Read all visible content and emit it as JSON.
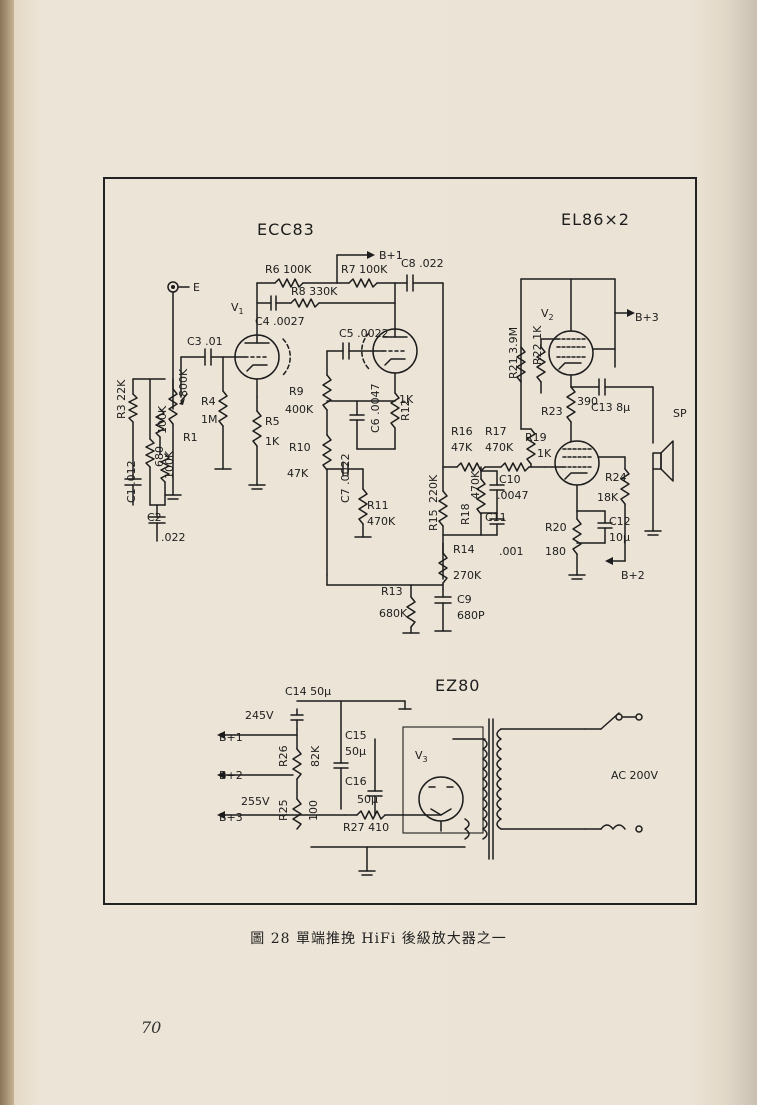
{
  "tubes": {
    "preamp": "ECC83",
    "output": "EL86×2",
    "rectifier": "EZ80",
    "v1": "V",
    "v1_sub": "1",
    "v2": "V",
    "v2_sub": "2",
    "v3": "V",
    "v3_sub": "3"
  },
  "rails": {
    "b1_top": "B+1",
    "b3_top": "B+3",
    "b2_right": "B+2",
    "b1_psu": "B+1",
    "b2_psu": "B+2",
    "b3_psu": "B+3",
    "v245": "245V",
    "v255": "255V"
  },
  "input_label": "E",
  "speaker": "SP",
  "mains": "AC 200V",
  "components": {
    "r6": "R6 100K",
    "r7": "R7 100K",
    "r8": "R8 330K",
    "c8": "C8 .022",
    "c4": "C4 .0027",
    "c3": "C3 .01",
    "c5": "C5 .0022",
    "r1_val": "800K",
    "r1": "R1",
    "r4": "R4",
    "r4_val": "1M",
    "r5": "R5",
    "r5_val": "1K",
    "r9": "R9",
    "r9_val": "400K",
    "r10": "R10",
    "r10_val": "47K",
    "c6": "C6 .0047",
    "r12": "R12",
    "r12_val": "1K",
    "c7": "C7 .0022",
    "r11": "R11",
    "r11_val": "470K",
    "r3": "R3 22K",
    "c1": "C1 .012",
    "c2": "C2",
    "c2_val": ".022",
    "r2_val": "100K",
    "c_680": "680",
    "r2b_val": "100K",
    "r16": "R16",
    "r16_val": "47K",
    "r17": "R17",
    "r17_val": "470K",
    "r15": "R15",
    "r15_val": "220K",
    "r18": "R18",
    "r18_val": "470K",
    "c10": "C10",
    "c10_val": ".0047",
    "c11": "C11",
    "c11_val": ".001",
    "r14": "R14",
    "r14_val": "270K",
    "r13": "R13",
    "r13_val": "680K",
    "c9": "C9",
    "c9_val": "680P",
    "r21": "R21 3.9M",
    "r22": "R22 1K",
    "r23": "R23",
    "r23_val": "390",
    "c13": "C13 8μ",
    "r19": "R19",
    "r19_val": "1K",
    "r24": "R24",
    "r24_val": "18K",
    "r20": "R20",
    "r20_val": "180",
    "c12": "C12",
    "c12_val": "10μ",
    "c14": "C14 50μ",
    "c15": "C15",
    "c15_val": "50μ",
    "c16": "C16",
    "c16_val": "50μ",
    "r26": "R26",
    "r26_val": "82K",
    "r25": "R25",
    "r25_val": "100",
    "r27": "R27 410"
  },
  "caption": "圖 28  單端推挽 HiFi 後級放大器之一",
  "page_number": "70"
}
